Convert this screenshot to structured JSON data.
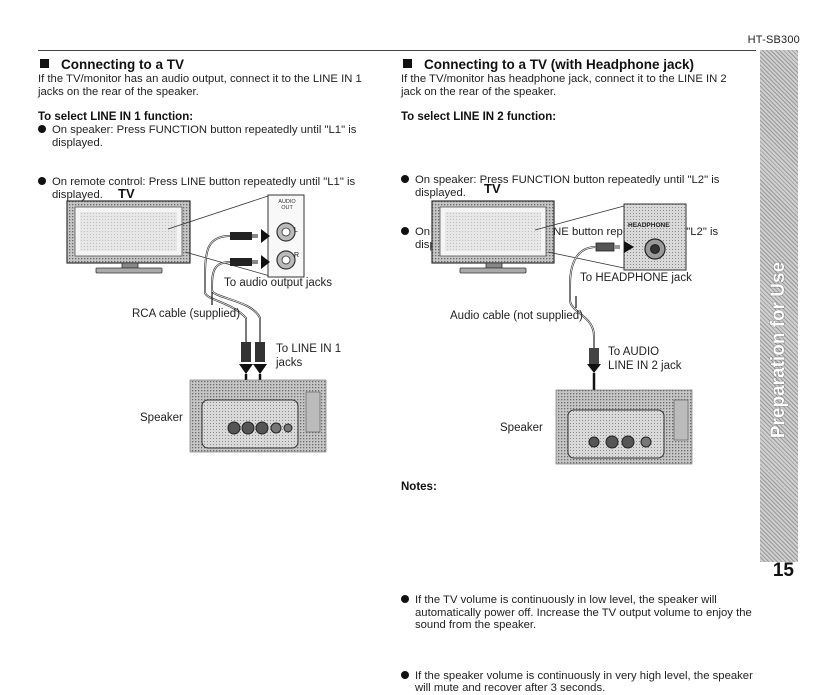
{
  "header": {
    "model": "HT-SB300"
  },
  "left": {
    "title": "Connecting to a TV",
    "intro": "If the TV/monitor has an audio output, connect it to the LINE IN 1 jacks on the rear of the speaker.",
    "select_title": "To select LINE IN 1 function:",
    "bullets": [
      "On speaker: Press FUNCTION button repeatedly until \"L1\" is displayed.",
      "On remote control: Press LINE button repeatedly until \"L1\" is displayed."
    ],
    "diagram": {
      "tv_label": "TV",
      "audio_out": "AUDIO OUT",
      "l": "L",
      "r": "R",
      "to_audio_output": "To audio output jacks",
      "rca_cable": "RCA cable (supplied)",
      "to_line_in_1": "To LINE IN 1",
      "jacks": "jacks",
      "speaker": "Speaker"
    }
  },
  "right": {
    "title": "Connecting to a TV (with Headphone jack)",
    "intro": "If the TV/monitor has headphone jack, connect it to the LINE IN 2 jack on the rear of the speaker.",
    "select_title": "To select LINE IN 2 function:",
    "bullets": [
      "On speaker: Press FUNCTION button repeatedly until \"L2\" is displayed.",
      "On remote control: Press LINE button repeatedly until \"L2\" is displayed."
    ],
    "diagram": {
      "tv_label": "TV",
      "headphone": "HEADPHONE",
      "to_headphone": "To HEADPHONE jack",
      "audio_cable": "Audio cable (not supplied)",
      "to_audio": "To AUDIO",
      "line_in_2": "LINE IN 2 jack",
      "speaker": "Speaker"
    },
    "notes_title": "Notes:",
    "notes": [
      "If the TV volume is continuously in low level, the speaker will automatically power off. Increase the TV output volume to enjoy the sound from the speaker.",
      "If the speaker volume is continuously in very high level, the speaker will mute and recover after 3 seconds."
    ]
  },
  "sidebar": {
    "text": "Preparation for Use"
  },
  "footer": {
    "page_number": "15"
  }
}
